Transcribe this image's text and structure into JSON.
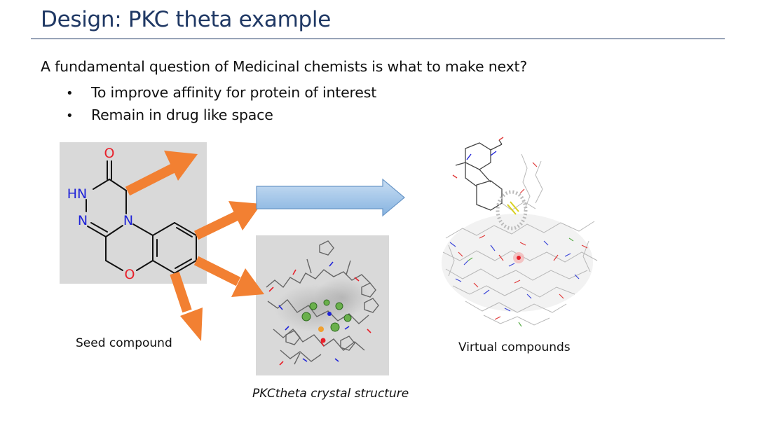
{
  "slide": {
    "title": "Design: PKC theta example",
    "intro": "A fundamental question of Medicinal chemists is what to make next?",
    "bullets": [
      {
        "marker": "•",
        "text": "To improve affinity for protein of interest"
      },
      {
        "marker": "•",
        "text": "Remain in drug like space"
      }
    ]
  },
  "seed": {
    "caption": "Seed compound",
    "atom_labels": {
      "oxygen_carbonyl": "O",
      "hn": "HN",
      "n_left": "N",
      "n_ring": "N",
      "oxygen_ring": "O"
    }
  },
  "crystal": {
    "caption": "PKCtheta crystal structure"
  },
  "virtual": {
    "caption": "Virtual compounds"
  },
  "colors": {
    "title": "#1f3864",
    "arrow_orange": "#f28032",
    "arrow_blue": "#9dc3e6",
    "panel_gray": "#d9d9d9",
    "heteroatom_red": "#e8202a",
    "heteroatom_blue": "#1e22d8"
  }
}
